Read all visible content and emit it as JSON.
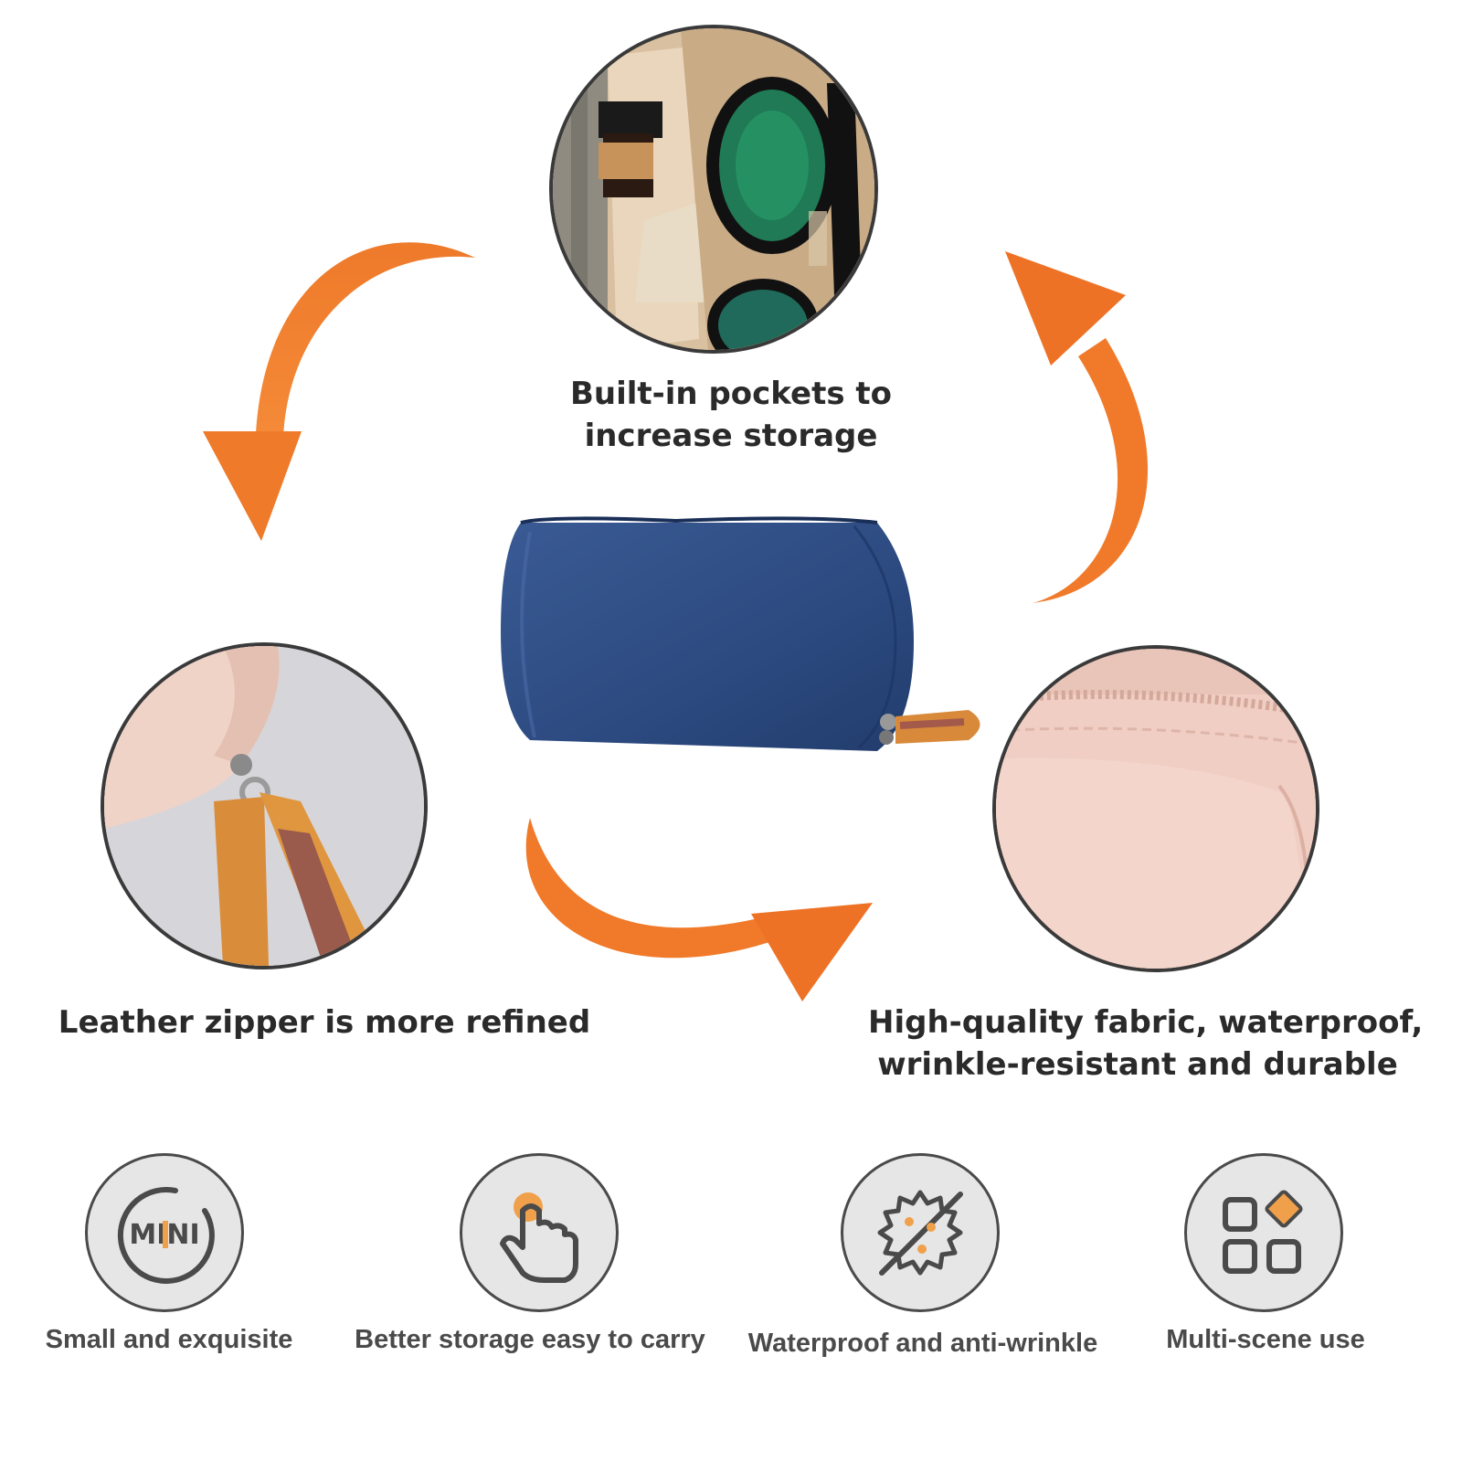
{
  "captions": {
    "pockets": [
      "Built-in pockets to",
      "increase storage"
    ],
    "zipper": "Leather zipper is more refined",
    "fabric": [
      "High-quality fabric, waterproof,",
      "wrinkle-resistant and durable"
    ]
  },
  "features": [
    {
      "label": "Small and exquisite",
      "icon": "mini-icon",
      "icon_text": "MINI"
    },
    {
      "label": "Better storage easy to carry",
      "icon": "hand-tap-icon"
    },
    {
      "label": "Waterproof and anti-wrinkle",
      "icon": "no-wrinkle-icon"
    },
    {
      "label": "Multi-scene use",
      "icon": "apps-grid-icon"
    }
  ],
  "colors": {
    "arrow_orange": "#f07a2a",
    "icon_orange": "#f0a04a",
    "bag_navy": "#2f4c82",
    "pink_fabric": "#f1cfc5",
    "leather_tan": "#d88a3a"
  }
}
